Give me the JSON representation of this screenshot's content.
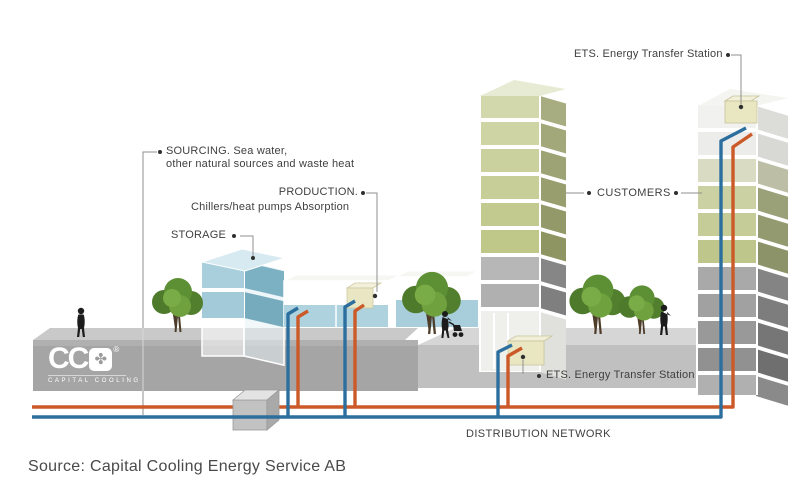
{
  "diagram": {
    "labels": {
      "sourcing": {
        "line1": "SOURCING. Sea water,",
        "line2": "other natural sources and waste heat"
      },
      "production": {
        "title": "PRODUCTION.",
        "subtitle": "Chillers/heat pumps Absorption"
      },
      "storage": "STORAGE",
      "customers": "CUSTOMERS",
      "ets_top": "ETS. Energy Transfer Station",
      "ets_bottom": "ETS. Energy Transfer Station",
      "distribution": "DISTRIBUTION NETWORK"
    },
    "logo": {
      "text": "CC",
      "snowflake_symbol": "✤",
      "registered": "®",
      "subtext": "CAPITAL COOLING"
    },
    "source": "Source: Capital Cooling Energy Service AB",
    "colors": {
      "pipe_warm": "#cb5a28",
      "pipe_cold": "#2c6f9f",
      "tower_green": "#c8cf9c",
      "storage_blue": "#a9cfdc",
      "platform_gray": "#a5a5a5",
      "ets_box": "#e9e6c2",
      "label_text": "#3f3f3f"
    }
  }
}
